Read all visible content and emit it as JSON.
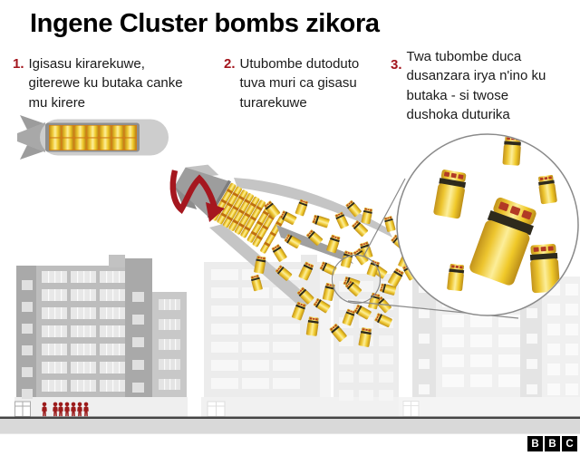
{
  "title": "Ingene Cluster bombs zikora",
  "steps": [
    {
      "number": "1.",
      "text": "Igisasu kirarekuwe, giterewe ku butaka canke mu kirere"
    },
    {
      "number": "2.",
      "text": "Utubombe dutoduto tuva muri ca gisasu turarekuwe"
    },
    {
      "number": "3.",
      "text": "Twa tubombe duca dusanzara irya n'ino ku butaka - si twose dushoka duturika"
    }
  ],
  "footer": {
    "logo": [
      "B",
      "B",
      "C"
    ]
  },
  "colors": {
    "accent_red": "#a3161d",
    "people_red": "#9c1b1b",
    "arrow_red": "#a5171f",
    "bomblet_dash_red": "#b23a25",
    "bomblet_band_black": "#2e2a1c",
    "casing_gray": "#c5c5c5",
    "circle_stroke": "#8a8a8a",
    "ground_line": "#454545",
    "ground_strip": "#d9d9d9"
  },
  "illustration": {
    "people_x": [
      44,
      56,
      62,
      69,
      76,
      83,
      90
    ],
    "payload_grid": {
      "columns": 7,
      "rows": 2
    },
    "bundle_columns": [
      2,
      9.5,
      17,
      24.5,
      32,
      39.5,
      48.5,
      56,
      67
    ],
    "scatter_bomblets": [
      [
        300,
        231,
        -38,
        0.52
      ],
      [
        318,
        240,
        -62,
        0.5
      ],
      [
        333,
        229,
        20,
        0.5
      ],
      [
        354,
        244,
        -72,
        0.52
      ],
      [
        377,
        243,
        -25,
        0.5
      ],
      [
        347,
        262,
        -48,
        0.5
      ],
      [
        368,
        269,
        18,
        0.55
      ],
      [
        323,
        266,
        -60,
        0.5
      ],
      [
        308,
        279,
        -32,
        0.52
      ],
      [
        287,
        292,
        10,
        0.55
      ],
      [
        313,
        301,
        -50,
        0.5
      ],
      [
        338,
        299,
        25,
        0.55
      ],
      [
        362,
        296,
        -65,
        0.5
      ],
      [
        383,
        286,
        15,
        0.52
      ],
      [
        397,
        252,
        -45,
        0.5
      ],
      [
        404,
        276,
        -18,
        0.52
      ],
      [
        418,
        299,
        -55,
        0.5
      ],
      [
        437,
        306,
        30,
        0.55
      ],
      [
        388,
        312,
        -70,
        0.5
      ],
      [
        363,
        322,
        12,
        0.55
      ],
      [
        337,
        326,
        -45,
        0.52
      ],
      [
        283,
        312,
        -15,
        0.5
      ],
      [
        330,
        343,
        20,
        0.55
      ],
      [
        355,
        337,
        -58,
        0.5
      ],
      [
        345,
        360,
        8,
        0.6
      ],
      [
        373,
        367,
        -40,
        0.55
      ],
      [
        385,
        350,
        20,
        0.5
      ],
      [
        400,
        344,
        -60,
        0.52
      ],
      [
        403,
        372,
        10,
        0.6
      ],
      [
        423,
        336,
        -42,
        0.5
      ],
      [
        423,
        353,
        -65,
        0.52
      ],
      [
        413,
        332,
        15,
        0.5
      ],
      [
        398,
        283,
        -35,
        0.5
      ],
      [
        412,
        296,
        20,
        0.5
      ],
      [
        390,
        318,
        -48,
        0.5
      ],
      [
        428,
        319,
        -75,
        0.5
      ],
      [
        447,
        287,
        25,
        0.5
      ],
      [
        440,
        267,
        -50,
        0.48
      ],
      [
        430,
        247,
        -15,
        0.48
      ],
      [
        457,
        252,
        -40,
        0.45
      ],
      [
        390,
        230,
        -40,
        0.5
      ],
      [
        405,
        238,
        12,
        0.5
      ],
      [
        452,
        300,
        -30,
        0.5
      ]
    ],
    "magnifier_bomblets": [
      [
        565,
        166,
        4,
        0.95
      ],
      [
        497,
        214,
        10,
        1.5
      ],
      [
        604,
        209,
        -8,
        0.9
      ],
      [
        556,
        266,
        20,
        2.6
      ],
      [
        601,
        296,
        -4,
        1.55
      ],
      [
        503,
        306,
        6,
        0.85
      ],
      [
        438,
        298,
        -18,
        0.7
      ]
    ]
  }
}
